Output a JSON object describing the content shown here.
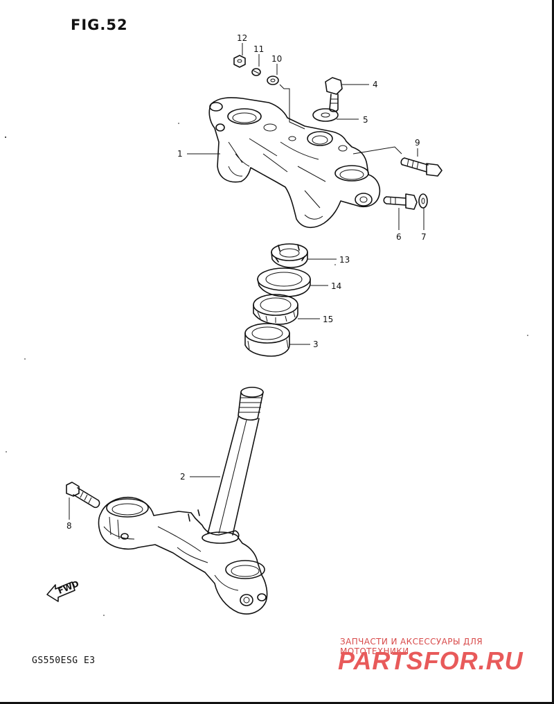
{
  "figure": {
    "title": "FIG.52",
    "model": "GS550ESG E3"
  },
  "watermark": {
    "tagline": "ЗАПЧАСТИ И АКСЕССУАРЫ ДЛЯ МОТОТЕХНИКИ",
    "logo": "PARTSFOR.RU",
    "color": "#e85a5a"
  },
  "fwd_arrow": {
    "text": "FWD"
  },
  "callouts": [
    "1",
    "2",
    "3",
    "4",
    "5",
    "6",
    "7",
    "8",
    "9",
    "10",
    "11",
    "12",
    "13",
    "14",
    "15"
  ]
}
